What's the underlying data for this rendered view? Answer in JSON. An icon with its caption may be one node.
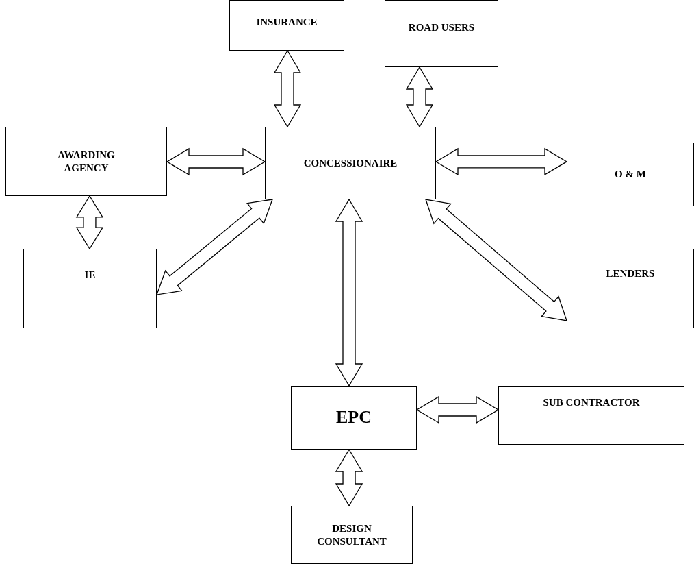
{
  "diagram": {
    "nodes": [
      {
        "text": [
          "INSURANCE"
        ]
      },
      {
        "text": [
          "ROAD USERS"
        ]
      },
      {
        "text": [
          "AWARDING AGENCY"
        ]
      },
      {
        "text": [
          "CONCESSIONAIRE"
        ]
      },
      {
        "text": [
          "O & M"
        ]
      },
      {
        "text": [
          "IE"
        ]
      },
      {
        "text": [
          "LENDERS"
        ]
      },
      {
        "text": [
          "EPC"
        ]
      },
      {
        "text": [
          "SUB CONTRACTOR"
        ]
      },
      {
        "text": [
          "DESIGN CONSULTANT"
        ]
      }
    ],
    "edges": [
      {
        "from": 0,
        "to": 3,
        "arrow": "both"
      },
      {
        "from": 1,
        "to": 3,
        "arrow": "both"
      },
      {
        "from": 2,
        "to": 3,
        "arrow": "both"
      },
      {
        "from": 3,
        "to": 4,
        "arrow": "both"
      },
      {
        "from": 2,
        "to": 5,
        "arrow": "both"
      },
      {
        "from": 3,
        "to": 5,
        "arrow": "both"
      },
      {
        "from": 3,
        "to": 6,
        "arrow": "both"
      },
      {
        "from": 3,
        "to": 7,
        "arrow": "both"
      },
      {
        "from": 7,
        "to": 8,
        "arrow": "both"
      },
      {
        "from": 7,
        "to": 9,
        "arrow": "both"
      }
    ]
  }
}
